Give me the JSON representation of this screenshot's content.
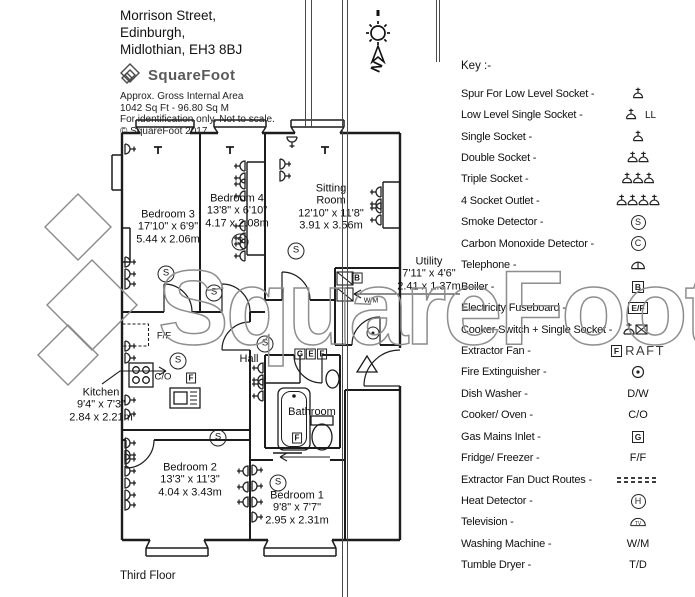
{
  "header": {
    "address_line1": "Morrison Street,",
    "address_line2": "Edinburgh,",
    "address_line3": "Midlothian, EH3 8BJ",
    "brand": "SquareFoot",
    "area_label": "Approx. Gross Internal Area",
    "area_value": "1042 Sq Ft  -  96.80 Sq M",
    "disclaimer": "For identification only. Not to scale.",
    "copyright": "© SquareFoot 2017"
  },
  "compass": {
    "north_label": "N"
  },
  "watermark": {
    "text": "SquareFoot"
  },
  "floor_label": "Third Floor",
  "rooms": {
    "bedroom3": {
      "name": "Bedroom 3",
      "imperial": "17'10\" x 6'9\"",
      "metric": "5.44 x 2.06m"
    },
    "bedroom4": {
      "name": "Bedroom 4",
      "imperial": "13'8\" x 6'10\"",
      "metric": "4.17 x 2.08m"
    },
    "sitting_room": {
      "name_line1": "Sitting",
      "name_line2": "Room",
      "imperial": "12'10\" x 11'8\"",
      "metric": "3.91 x 3.56m"
    },
    "utility": {
      "name": "Utility",
      "imperial": "7'11\" x 4'6\"",
      "metric": "2.41 x 1.37m"
    },
    "kitchen": {
      "name": "Kitchen",
      "imperial": "9'4\" x 7'3\"",
      "metric": "2.84 x 2.21m"
    },
    "hall": {
      "name": "Hall"
    },
    "bathroom": {
      "name": "Bathroom"
    },
    "bedroom2": {
      "name": "Bedroom 2",
      "imperial": "13'3\" x 11'3\"",
      "metric": "4.04 x 3.43m"
    },
    "bedroom1": {
      "name": "Bedroom 1",
      "imperial": "9'8\" x 7'7\"",
      "metric": "2.95 x 2.31m"
    }
  },
  "plan": {
    "s": "S",
    "b": "B",
    "g": "G",
    "e": "E",
    "f": "F",
    "ff": "F/F",
    "co": "C/O",
    "wm": "W/M"
  },
  "key": {
    "title": "Key :-",
    "items": [
      {
        "label": "Spur For Low Level Socket -",
        "icon": "single-socket-spur"
      },
      {
        "label": "Low Level Single Socket -",
        "icon": "single-socket",
        "suffix": "LL"
      },
      {
        "label": "Single Socket -",
        "icon": "single-socket"
      },
      {
        "label": "Double Socket -",
        "icon": "double-socket"
      },
      {
        "label": "Triple Socket -",
        "icon": "triple-socket"
      },
      {
        "label": "4 Socket Outlet -",
        "icon": "quad-socket"
      },
      {
        "label": "Smoke Detector -",
        "icon": "circle-letter",
        "letter": "S"
      },
      {
        "label": "Carbon Monoxide Detector -",
        "icon": "circle-letter",
        "letter": "C"
      },
      {
        "label": "Telephone -",
        "icon": "telephone"
      },
      {
        "label": "Boiler -",
        "icon": "box-letter",
        "letter": "B"
      },
      {
        "label": "Electricity Fuseboard -",
        "icon": "box-letter",
        "letter": "E/F"
      },
      {
        "label": "Cooker Switch + Single Socket -",
        "icon": "cooker-switch"
      },
      {
        "label": "Extractor Fan -",
        "icon": "box-letter",
        "letter": "F",
        "suffix": "RAFT"
      },
      {
        "label": "Fire Extinguisher -",
        "icon": "circle-dot"
      },
      {
        "label": "Dish Washer -",
        "text": "D/W"
      },
      {
        "label": "Cooker/ Oven -",
        "text": "C/O"
      },
      {
        "label": "Gas Mains Inlet -",
        "icon": "box-letter",
        "letter": "G"
      },
      {
        "label": "Fridge/ Freezer -",
        "text": "F/F"
      },
      {
        "label": "Extractor Fan Duct Routes -",
        "icon": "dashed-route"
      },
      {
        "label": "Heat Detector -",
        "icon": "circle-letter",
        "letter": "H"
      },
      {
        "label": "Television -",
        "icon": "television"
      },
      {
        "label": "Washing Machine -",
        "text": "W/M"
      },
      {
        "label": "Tumble Dryer -",
        "text": "T/D"
      }
    ]
  }
}
